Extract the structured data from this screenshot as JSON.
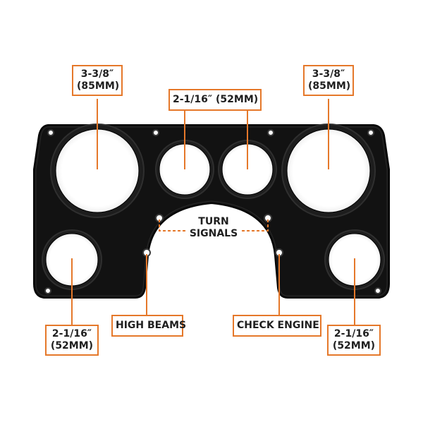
{
  "colors": {
    "accent": "#e5782a",
    "panel": "#111111",
    "background": "#ffffff",
    "text": "#1f1f1f"
  },
  "labels": {
    "large_left_line1": "3-3/8″",
    "large_left_line2": "(85MM)",
    "large_right_line1": "3-3/8″",
    "large_right_line2": "(85MM)",
    "top_center": "2-1/16″ (52MM)",
    "turn_signals_line1": "TURN",
    "turn_signals_line2": "SIGNALS",
    "high_beams": "HIGH BEAMS",
    "check_engine": "CHECK ENGINE",
    "small_left_line1": "2-1/16″",
    "small_left_line2": "(52MM)",
    "small_right_line1": "2-1/16″",
    "small_right_line2": "(52MM)"
  }
}
